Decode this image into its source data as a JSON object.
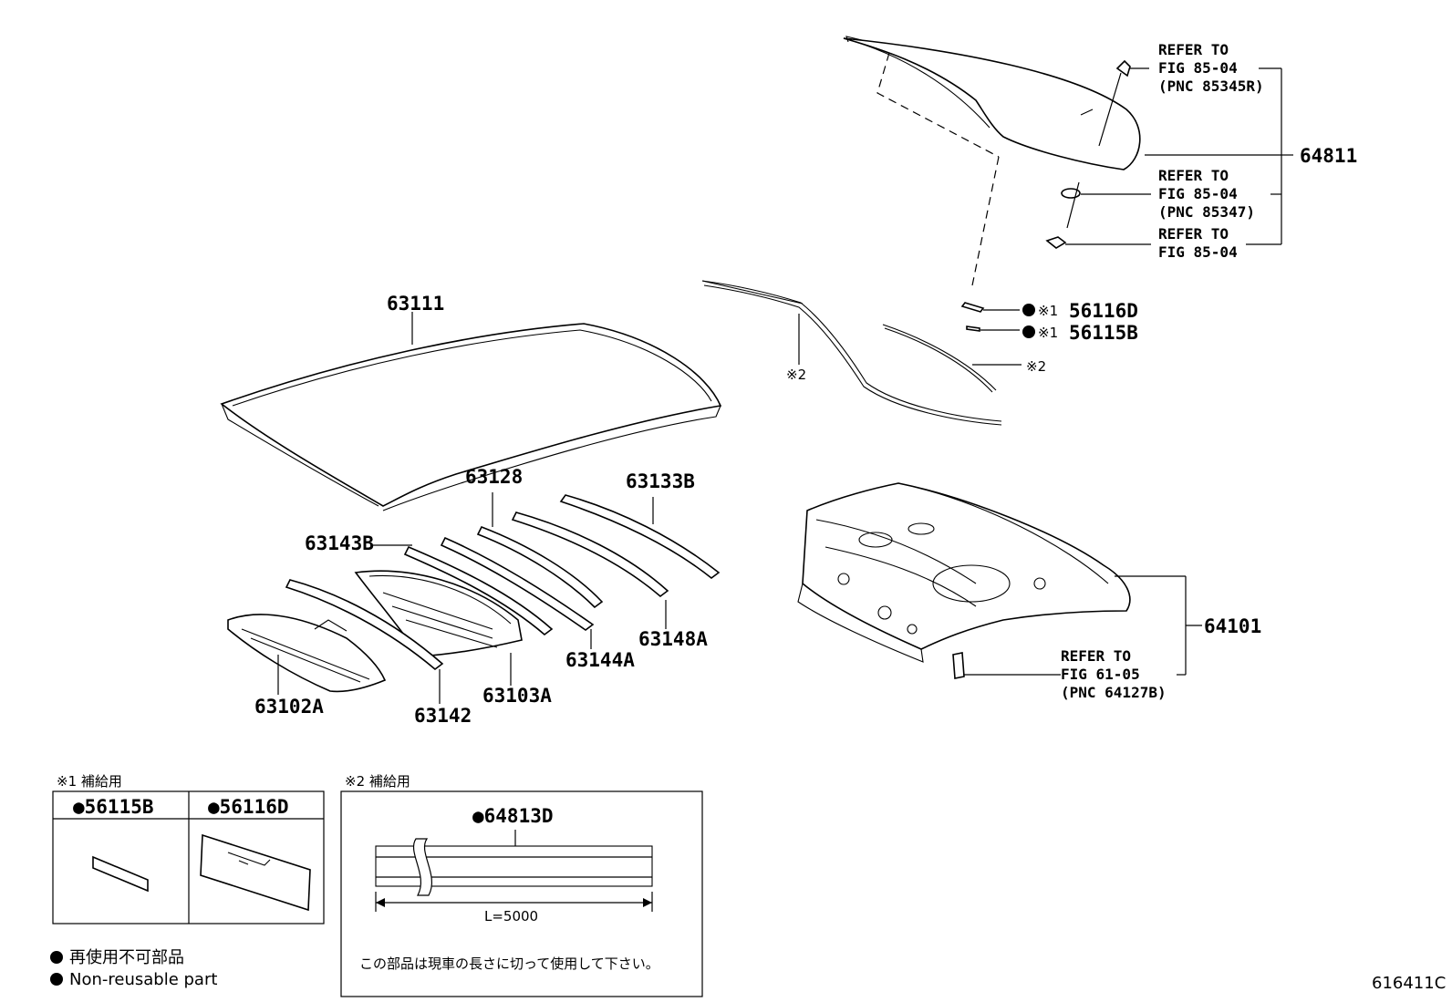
{
  "colors": {
    "ink": "#000000",
    "paper": "#ffffff"
  },
  "callouts": {
    "roof_panel": "63111",
    "mark2_left": "※2",
    "mark2_right": "※2",
    "p63128": "63128",
    "p63133b": "63133B",
    "p63143b": "63143B",
    "p63144a": "63144A",
    "p63148a": "63148A",
    "p63102a": "63102A",
    "p63142": "63142",
    "p63103a": "63103A",
    "p64101": "64101",
    "p64811": "64811",
    "p56116d": "56116D",
    "p56115b": "56115B",
    "mark1": "※1"
  },
  "references": {
    "ref1": {
      "l1": "REFER TO",
      "l2": "FIG 85-04",
      "l3": "(PNC 85345R)"
    },
    "ref2": {
      "l1": "REFER TO",
      "l2": "FIG 85-04",
      "l3": "(PNC 85347)"
    },
    "ref3": {
      "l1": "REFER TO",
      "l2": "FIG 85-04"
    },
    "ref4": {
      "l1": "REFER TO",
      "l2": "FIG 61-05",
      "l3": "(PNC 64127B)"
    }
  },
  "box1": {
    "title": "※1 補給用",
    "col1": "●56115B",
    "col2": "●56116D"
  },
  "box2": {
    "title": "※2 補給用",
    "part": "●64813D",
    "length": "L=5000",
    "note": "この部品は現車の長さに切って使用して下さい。"
  },
  "legend": {
    "ja": "再使用不可部品",
    "en": "Non-reusable part"
  },
  "figure_code": "616411C"
}
